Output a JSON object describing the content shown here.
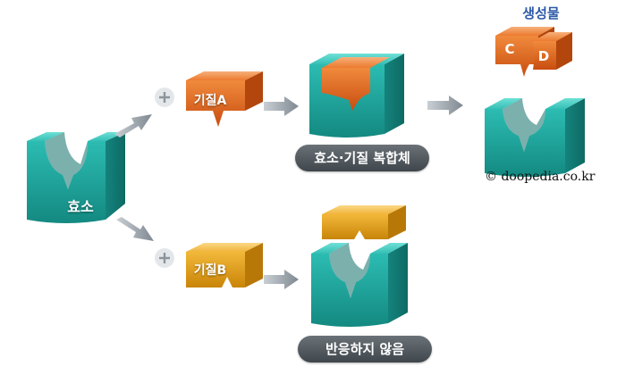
{
  "labels": {
    "enzyme": "효소",
    "substrate_a": "기질A",
    "substrate_b": "기질B",
    "complex": "효소·기질 복합체",
    "no_reaction": "반응하지 않음",
    "products": "생성물",
    "product_c": "C",
    "product_d": "D",
    "credit": "© doopedia.co.kr"
  },
  "colors": {
    "enzyme": "#1fa39b",
    "substrate_a": "#e0601a",
    "substrate_b": "#e09a14",
    "arrow": "#8a939c",
    "pill": "#50575d",
    "product_title": "#2d5aa8"
  },
  "icons": [
    "plus-icon",
    "arrow-right-icon"
  ]
}
